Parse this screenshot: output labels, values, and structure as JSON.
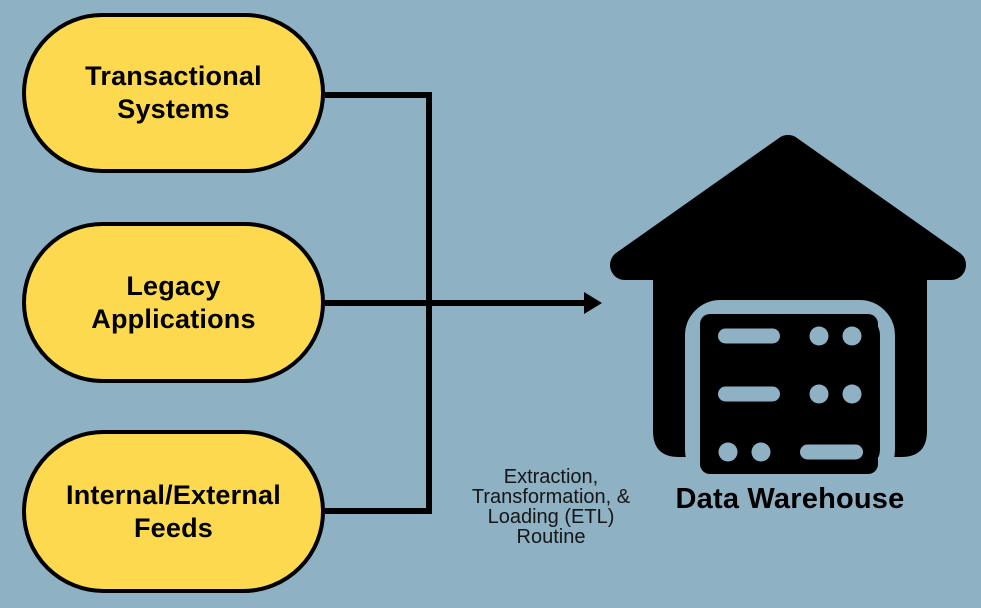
{
  "canvas": {
    "background_color": "#8EB1C4",
    "line_color": "#000000"
  },
  "sources": [
    {
      "label": "Transactional\nSystems"
    },
    {
      "label": "Legacy\nApplications"
    },
    {
      "label": "Internal/External\nFeeds"
    }
  ],
  "pill_style": {
    "fill_color": "#FCD94F",
    "border_color": "#000000"
  },
  "etl": {
    "label": "Extraction,\nTransformation, &\nLoading (ETL)\nRoutine"
  },
  "warehouse": {
    "label": "Data Warehouse",
    "icon": "house-server-icon",
    "icon_color": "#000000"
  }
}
